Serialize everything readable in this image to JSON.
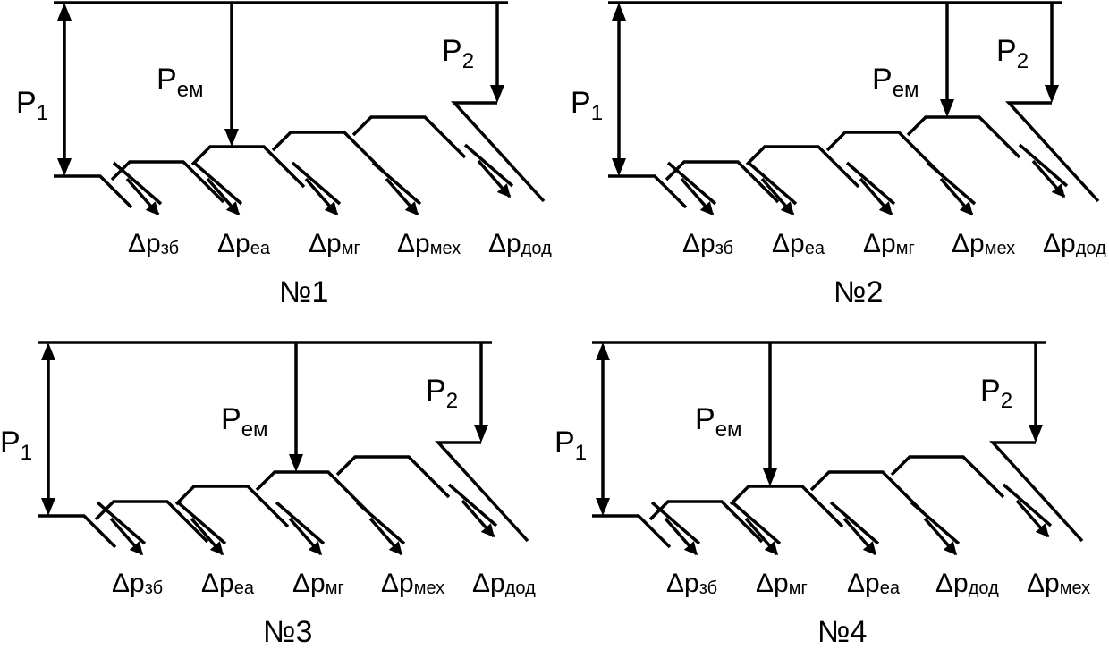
{
  "diagrams": [
    {
      "caption": "№1",
      "p1": {
        "main": "P",
        "sub": "1"
      },
      "pem": {
        "main": "P",
        "sub": "ем"
      },
      "p2": {
        "main": "P",
        "sub": "2"
      },
      "losses": [
        {
          "prefix": "Δp",
          "sub": "зб"
        },
        {
          "prefix": "Δp",
          "sub": "еа"
        },
        {
          "prefix": "Δp",
          "sub": "мг"
        },
        {
          "prefix": "Δp",
          "sub": "мех"
        },
        {
          "prefix": "Δp",
          "sub": "дод"
        }
      ]
    },
    {
      "caption": "№2",
      "p1": {
        "main": "P",
        "sub": "1"
      },
      "pem": {
        "main": "P",
        "sub": "ем"
      },
      "p2": {
        "main": "P",
        "sub": "2"
      },
      "losses": [
        {
          "prefix": "Δp",
          "sub": "зб"
        },
        {
          "prefix": "Δp",
          "sub": "еа"
        },
        {
          "prefix": "Δp",
          "sub": "мг"
        },
        {
          "prefix": "Δp",
          "sub": "мех"
        },
        {
          "prefix": "Δp",
          "sub": "дод"
        }
      ]
    },
    {
      "caption": "№3",
      "p1": {
        "main": "P",
        "sub": "1"
      },
      "pem": {
        "main": "P",
        "sub": "ем"
      },
      "p2": {
        "main": "P",
        "sub": "2"
      },
      "losses": [
        {
          "prefix": "Δp",
          "sub": "зб"
        },
        {
          "prefix": "Δp",
          "sub": "еа"
        },
        {
          "prefix": "Δp",
          "sub": "мг"
        },
        {
          "prefix": "Δp",
          "sub": "мех"
        },
        {
          "prefix": "Δp",
          "sub": "дод"
        }
      ]
    },
    {
      "caption": "№4",
      "p1": {
        "main": "P",
        "sub": "1"
      },
      "pem": {
        "main": "P",
        "sub": "ем"
      },
      "p2": {
        "main": "P",
        "sub": "2"
      },
      "losses": [
        {
          "prefix": "Δp",
          "sub": "зб"
        },
        {
          "prefix": "Δp",
          "sub": "мг"
        },
        {
          "prefix": "Δp",
          "sub": "еа"
        },
        {
          "prefix": "Δp",
          "sub": "дод"
        },
        {
          "prefix": "Δp",
          "sub": "мех"
        }
      ]
    }
  ]
}
